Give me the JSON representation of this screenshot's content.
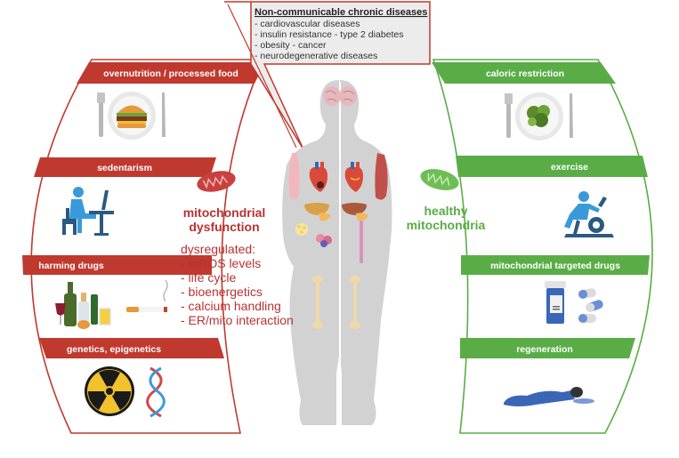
{
  "colors": {
    "red": "#c0392f",
    "red_text": "#b83232",
    "green": "#5aad46",
    "body_gray": "#d2d2d2",
    "callout_bg": "#ececec"
  },
  "callout": {
    "title": "Non-communicable chronic diseases",
    "items": [
      "- cardiovascular diseases",
      "- insulin resistance  - type 2 diabetes",
      "- obesity  - cancer",
      "- neurodegenerative diseases"
    ]
  },
  "left_panel": {
    "bands": [
      {
        "label": "overnutrition / processed food",
        "icon": "burger-plate-icon"
      },
      {
        "label": "sedentarism",
        "icon": "desk-worker-icon"
      },
      {
        "label": "harming drugs",
        "icon": "alcohol-cigarette-icon"
      },
      {
        "label": "genetics, epigenetics",
        "icon": "radiation-dna-icon"
      }
    ]
  },
  "right_panel": {
    "bands": [
      {
        "label": "caloric restriction",
        "icon": "salad-plate-icon"
      },
      {
        "label": "exercise",
        "icon": "stationary-bike-icon"
      },
      {
        "label": "mitochondrial targeted drugs",
        "icon": "pill-bottle-icon"
      },
      {
        "label": "regeneration",
        "icon": "sleeping-person-icon"
      }
    ]
  },
  "dysfunction": {
    "title_line1": "mitochondrial",
    "title_line2": "dysfunction",
    "subtitle": "dysregulated:",
    "items": [
      "- mROS levels",
      "- life cycle",
      "- bioenergetics",
      "- calcium handling",
      "- ER/mito interaction"
    ]
  },
  "healthy": {
    "title_line1": "healthy",
    "title_line2": "mitochondria"
  }
}
